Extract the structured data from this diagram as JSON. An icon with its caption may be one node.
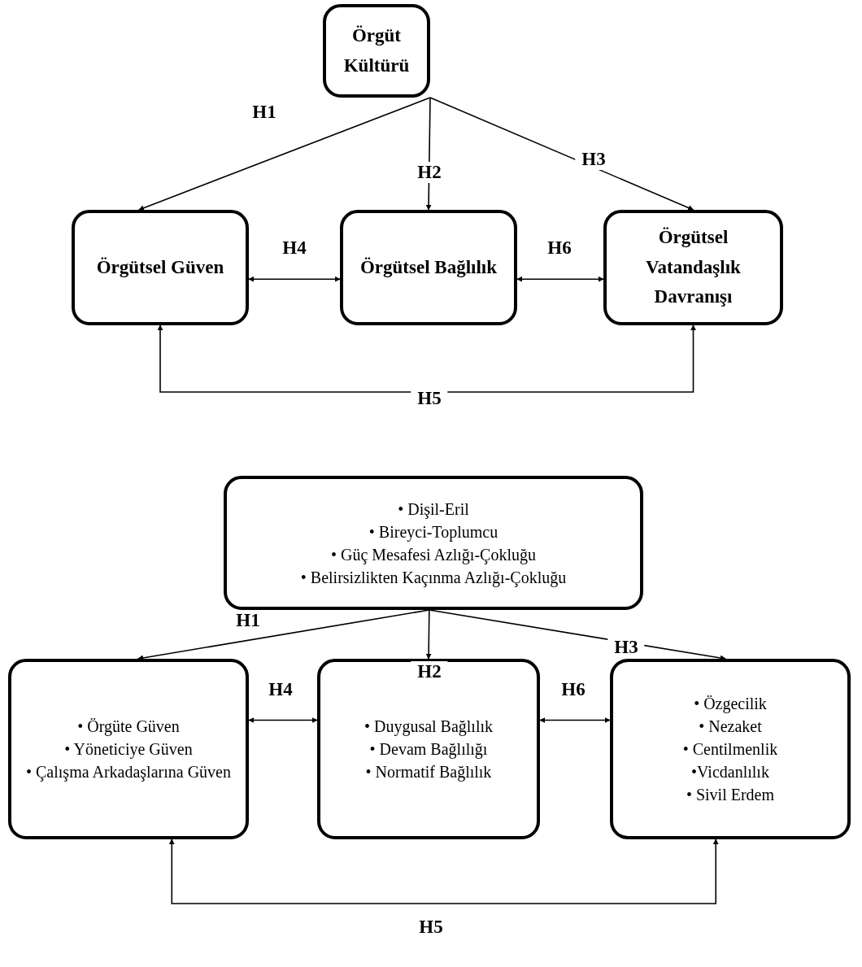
{
  "diagram": {
    "nodes": [
      {
        "text": [
          "Örgüt Kültürü"
        ]
      },
      {
        "text": [
          "Örgütsel Güven"
        ]
      },
      {
        "text": [
          "Örgütsel Bağlılık"
        ]
      },
      {
        "text": [
          "Örgütsel Vatandaşlık Davranışı"
        ]
      },
      {
        "text": [
          "• Dişil-Eril",
          "• Bireyci-Toplumcu",
          "• Güç Mesafesi Azlığı-Çokluğu",
          "• Belirsizlikten Kaçınma Azlığı-Çokluğu"
        ]
      },
      {
        "text": [
          "• Örgüte Güven",
          "• Yöneticiye Güven",
          "• Çalışma Arkadaşlarına Güven"
        ]
      },
      {
        "text": [
          "• Duygusal Bağlılık",
          "• Devam Bağlılığı",
          "• Normatif Bağlılık"
        ]
      },
      {
        "text": [
          "• Özgecilik",
          "• Nezaket",
          "• Centilmenlik",
          "•Vicdanlılık",
          "• Sivil Erdem"
        ]
      }
    ],
    "edges": [
      {
        "from": 0,
        "to": 1,
        "arrow": "to",
        "label": "H1"
      },
      {
        "from": 0,
        "to": 2,
        "arrow": "to",
        "label": "H2"
      },
      {
        "from": 0,
        "to": 3,
        "arrow": "to",
        "label": "H3"
      },
      {
        "from": 1,
        "to": 2,
        "arrow": "both",
        "label": "H4"
      },
      {
        "from": 2,
        "to": 3,
        "arrow": "both",
        "label": "H6"
      },
      {
        "from": 1,
        "to": 3,
        "arrow": "both",
        "label": "H5"
      },
      {
        "from": 4,
        "to": 5,
        "arrow": "to",
        "label": "H1"
      },
      {
        "from": 4,
        "to": 6,
        "arrow": "to",
        "label": "H2"
      },
      {
        "from": 4,
        "to": 7,
        "arrow": "to",
        "label": "H3"
      },
      {
        "from": 5,
        "to": 6,
        "arrow": "both",
        "label": "H4"
      },
      {
        "from": 6,
        "to": 7,
        "arrow": "both",
        "label": "H6"
      },
      {
        "from": 5,
        "to": 7,
        "arrow": "both",
        "label": "H5"
      }
    ]
  }
}
